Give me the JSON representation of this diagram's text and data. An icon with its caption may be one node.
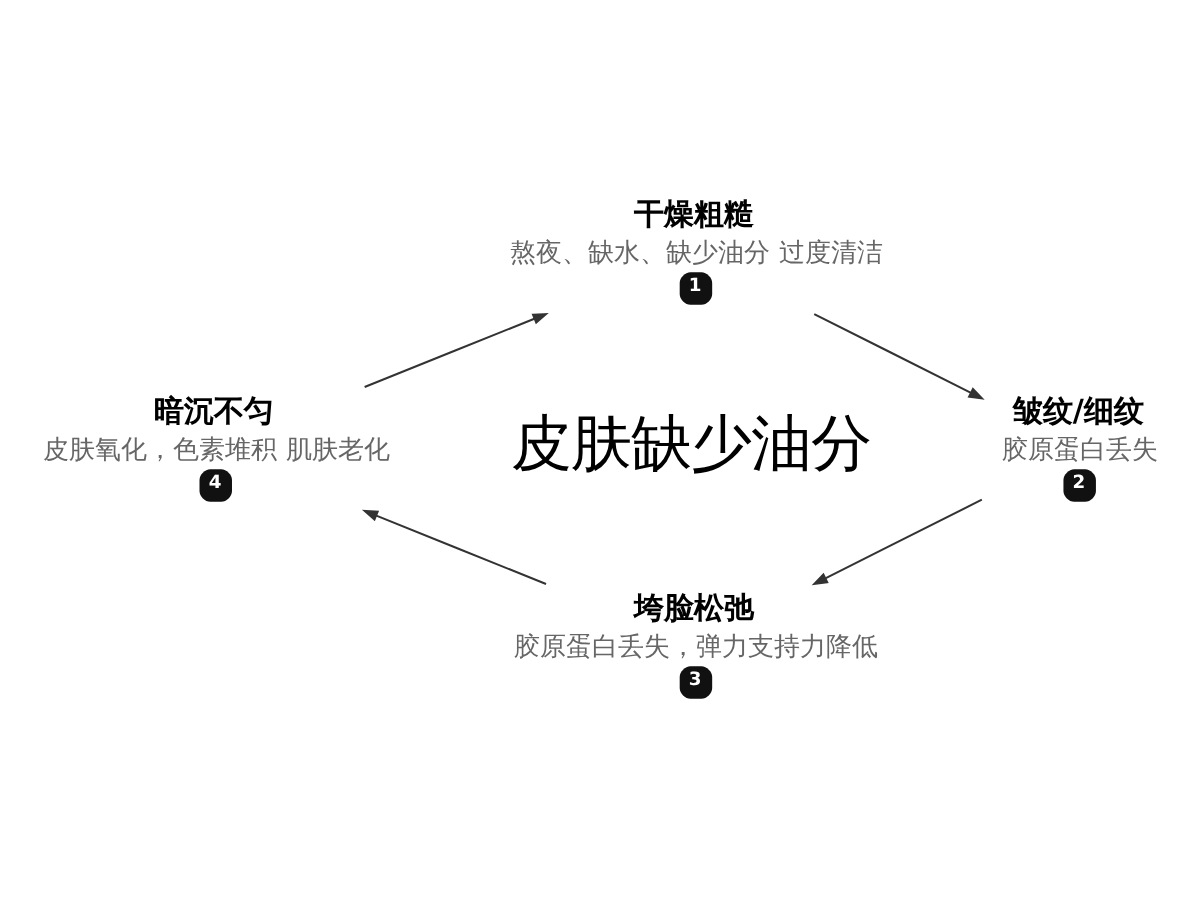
{
  "diagram": {
    "nodes": [
      {
        "text": [
          "干燥粗糙",
          "熬夜、缺水、缺少油分 过度清洁",
          "1"
        ]
      },
      {
        "text": [
          "皱纹/细纹",
          "胶原蛋白丢失",
          "2"
        ]
      },
      {
        "text": [
          "垮脸松弛",
          "胶原蛋白丢失，弹力支持力降低",
          "3"
        ]
      },
      {
        "text": [
          "暗沉不匀",
          "皮肤氧化，色素堆积 肌肤老化",
          "4"
        ]
      },
      {
        "text": [
          "皮肤缺少油分"
        ]
      }
    ],
    "edges": [
      {
        "from": 0,
        "to": 1,
        "arrow": "to"
      },
      {
        "from": 1,
        "to": 2,
        "arrow": "to"
      },
      {
        "from": 2,
        "to": 3,
        "arrow": "to"
      },
      {
        "from": 3,
        "to": 0,
        "arrow": "to"
      }
    ]
  }
}
